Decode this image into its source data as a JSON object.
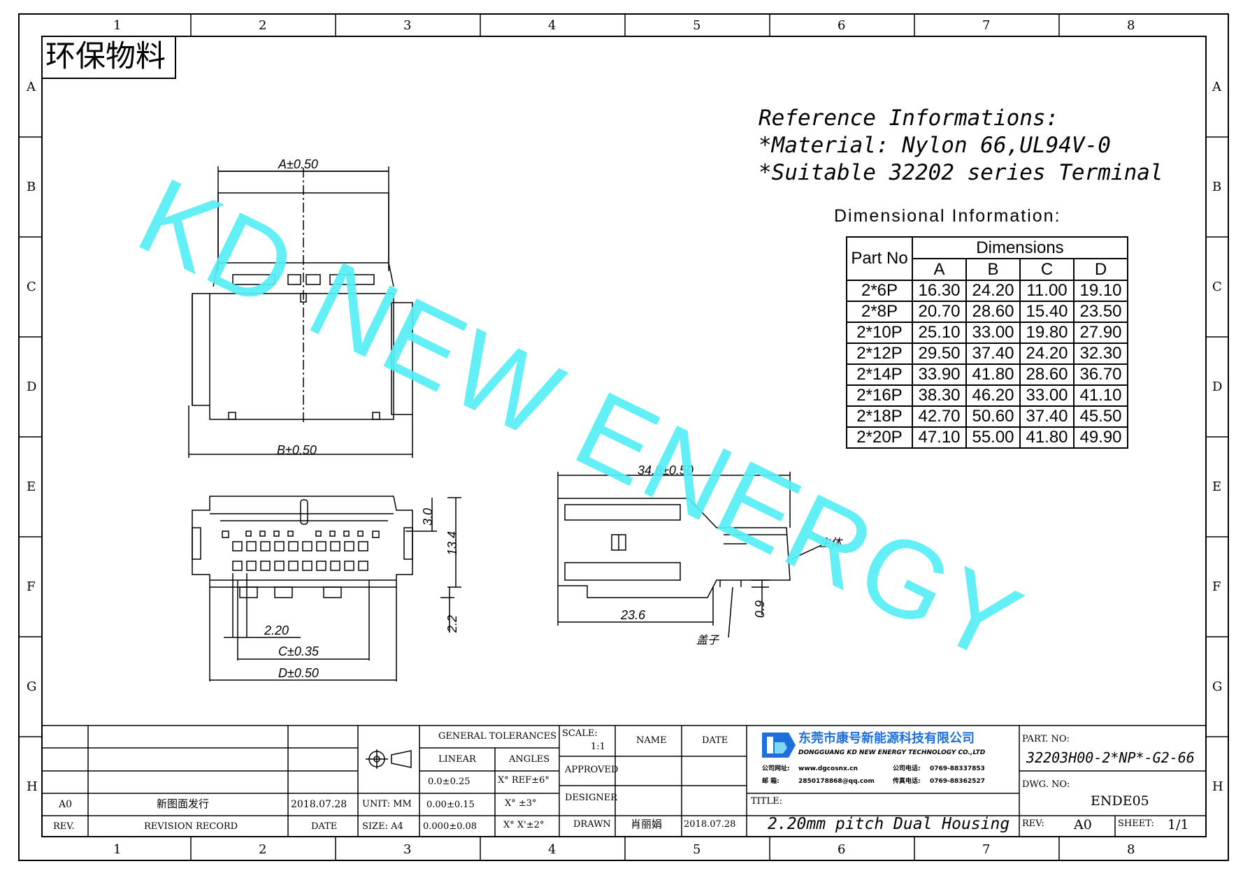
{
  "stamp": "环保物料",
  "watermark": "KD NEW ENERGY",
  "zones": {
    "columns": [
      "1",
      "2",
      "3",
      "4",
      "5",
      "6",
      "7",
      "8"
    ],
    "rows": [
      "A",
      "B",
      "C",
      "D",
      "E",
      "F",
      "G",
      "H"
    ]
  },
  "reference": {
    "line1": "Reference Informations:",
    "line2": "*Material: Nylon 66,UL94V-0",
    "line3": "*Suitable 32202 series Terminal"
  },
  "dim_table": {
    "heading": "Dimensional Information:",
    "part_no_header": "Part No",
    "dimensions_header": "Dimensions",
    "columns": [
      "A",
      "B",
      "C",
      "D"
    ],
    "rows": [
      {
        "part": "2*6P",
        "A": "16.30",
        "B": "24.20",
        "C": "11.00",
        "D": "19.10"
      },
      {
        "part": "2*8P",
        "A": "20.70",
        "B": "28.60",
        "C": "15.40",
        "D": "23.50"
      },
      {
        "part": "2*10P",
        "A": "25.10",
        "B": "33.00",
        "C": "19.80",
        "D": "27.90"
      },
      {
        "part": "2*12P",
        "A": "29.50",
        "B": "37.40",
        "C": "24.20",
        "D": "32.30"
      },
      {
        "part": "2*14P",
        "A": "33.90",
        "B": "41.80",
        "C": "28.60",
        "D": "36.70"
      },
      {
        "part": "2*16P",
        "A": "38.30",
        "B": "46.20",
        "C": "33.00",
        "D": "41.10"
      },
      {
        "part": "2*18P",
        "A": "42.70",
        "B": "50.60",
        "C": "37.40",
        "D": "45.50"
      },
      {
        "part": "2*20P",
        "A": "47.10",
        "B": "55.00",
        "C": "41.80",
        "D": "49.90"
      }
    ]
  },
  "drawing_labels": {
    "a_dim": "A±0.50",
    "b_dim": "B±0.50",
    "c_dim": "C±0.35",
    "d_dim": "D±0.50",
    "pitch": "2.20",
    "h_3_0": "3.0",
    "h_13_4": "13.4",
    "h_2_2": "2.2",
    "side_len": "34.8±0.50",
    "side_23_6": "23.6",
    "side_0_9": "0.9",
    "main_body": "主体",
    "cover": "盖子"
  },
  "title_block": {
    "rev_rows": [
      {
        "rev": "A0",
        "record": "新图面发行",
        "date": "2018.07.28"
      }
    ],
    "rev_header": "REV.",
    "record_header": "REVISION RECORD",
    "date_header": "DATE",
    "unit": "UNIT: MM",
    "size": "SIZE: A4",
    "general_tolerances": "GENERAL TOLERANCES",
    "linear": "LINEAR",
    "angles": "ANGLES",
    "tol_lin_1": "0.0±0.25",
    "tol_lin_2": "0.00±0.15",
    "tol_lin_3": "0.000±0.08",
    "tol_ang_1": "X° REF±6°",
    "tol_ang_2": "X° ±3°",
    "tol_ang_3": "X° X'±2°",
    "scale_label": "SCALE:",
    "scale_value": "1:1",
    "name_header": "NAME",
    "date_header2": "DATE",
    "approved": "APPROVED",
    "designer": "DESIGNER",
    "drawn": "DRAWN",
    "drawn_name": "肖丽娟",
    "drawn_date": "2018.07.28",
    "company_cn": "东莞市康号新能源科技有限公司",
    "company_en": "DONGGUANG KD NEW ENERGY TECHNOLOGY CO.,LTD",
    "company_addr_label": "公司网址:",
    "company_addr": "www.dgcosnx.cn",
    "company_tel_label": "公司电话:",
    "company_tel": "0769-88337853",
    "company_mail_label": "邮  箱:",
    "company_mail": "2850178868@qq.com",
    "company_fax_label": "传真电话:",
    "company_fax": "0769-88362527",
    "title_label": "TITLE:",
    "title_value": "2.20mm pitch Dual Housing",
    "part_no_label": "PART. NO:",
    "part_no_value": "32203H00-2*NP*-G2-66",
    "dwg_label": "DWG. NO:",
    "dwg_value": "ENDE05",
    "rev_label": "REV:",
    "rev_value": "A0",
    "sheet_label": "SHEET:",
    "sheet_value": "1/1"
  },
  "colors": {
    "watermark": "#55eef5",
    "logo": "#1e6fd9",
    "line": "#000000"
  }
}
